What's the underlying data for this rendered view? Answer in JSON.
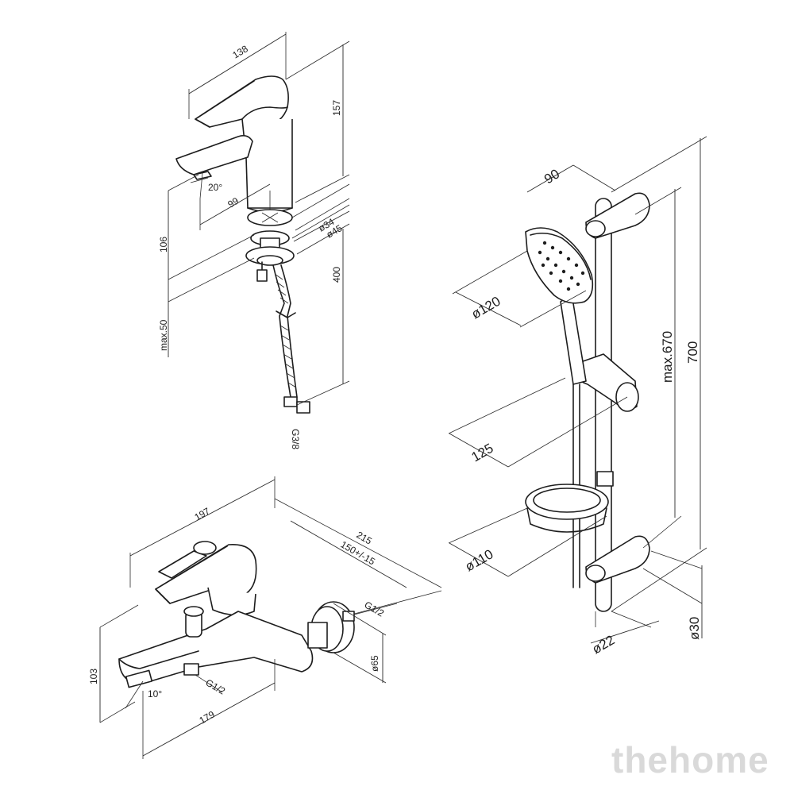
{
  "basin_mixer": {
    "width": "138",
    "height": "157",
    "reach": "99",
    "angle": "20°",
    "spout_height": "106",
    "hose_length": "400",
    "counter_thickness": "max.50",
    "base_diameter": "ø34",
    "hole_diameter": "ø45",
    "connection": "G3/8"
  },
  "shower_set": {
    "head_offset": "90",
    "head_diameter": "ø120",
    "holder_depth": "125",
    "dish_diameter": "ø110",
    "rail_adjust": "max.670",
    "rail_length": "700",
    "rail_diameter": "ø22",
    "bracket_diameter": "ø30"
  },
  "bath_mixer": {
    "body_width": "197",
    "overall_depth": "215",
    "eccentric_range": "150+/-15",
    "inlet_thread": "G1/2",
    "flange_diameter": "ø65",
    "height": "103",
    "angle": "10°",
    "outlet_thread": "G1/2",
    "spout_reach": "179"
  },
  "watermark": "thehome"
}
